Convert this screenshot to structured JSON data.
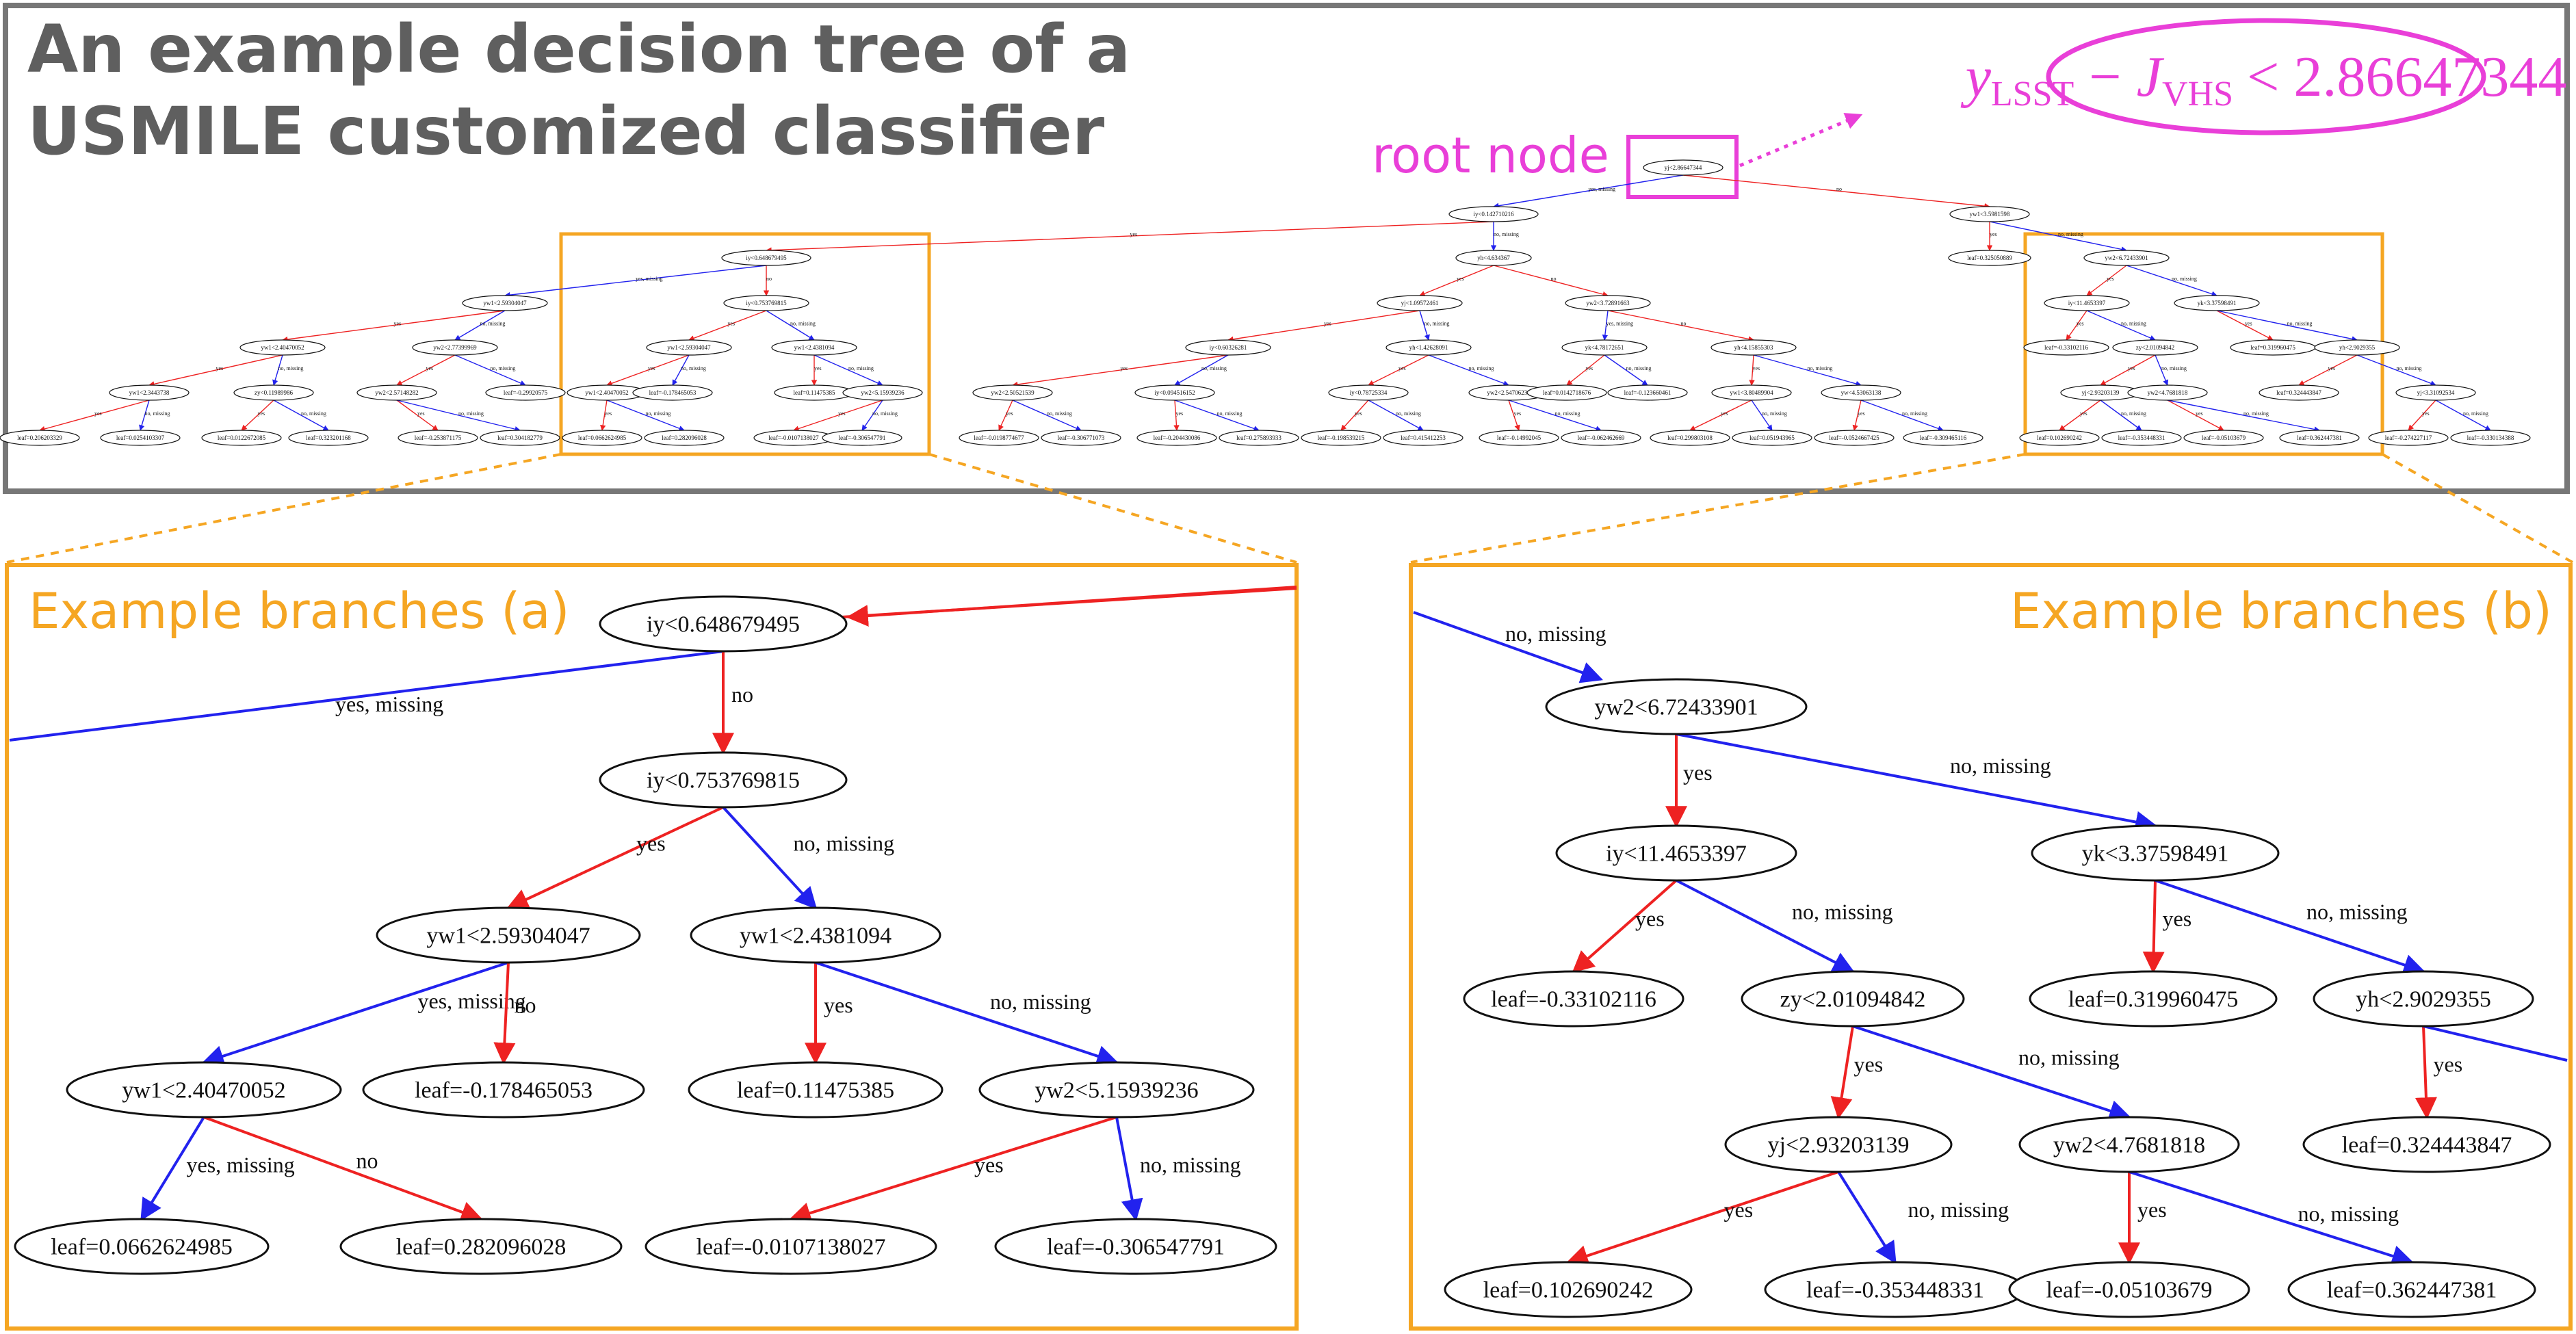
{
  "title": {
    "line1": "An example decision tree of a",
    "line2": "USMILE customized classifier"
  },
  "root_label": "root node",
  "root_condition": {
    "var": "y",
    "var_sub": "LSST",
    "minus": "−",
    "var2": "J",
    "var2_sub": "VHS",
    "rest": "< 2.86647344"
  },
  "panel_a_title": "Example branches (a)",
  "panel_b_title": "Example branches (b)",
  "colors": {
    "frame": "#777777",
    "highlight": "#f5a623",
    "magenta": "#e93fd8",
    "yes_edge": "#ee2222",
    "no_edge": "#2222ee"
  },
  "edge_labels": {
    "yes": "yes",
    "no": "no",
    "yes_missing": "yes, missing",
    "no_missing": "no, missing"
  },
  "overview": {
    "root": "yj<2.86647344",
    "left": "iy<0.142710216",
    "right": "yw1<3.5981598",
    "l_left": "iy<0.648679495",
    "l_right": "yh<4.634367",
    "r_left": "leaf=0.325050889",
    "r_right": "yw2<6.72433901",
    "level3": [
      "yw1<2.59304047",
      "iy<0.753769815",
      "yj<1.09572461",
      "yw2<3.72891663",
      "iy<11.4653397",
      "yk<3.37598491"
    ],
    "level4": [
      "yw1<2.40470052",
      "yw2<2.77399969",
      "yw1<2.59304047",
      "yw1<2.4381094",
      "iy<0.60326281",
      "yh<1.42628091",
      "yk<4.78172651",
      "yh<4.15855303",
      "leaf=-0.33102116",
      "zy<2.01094842",
      "leaf=0.319960475",
      "yh<2.9029355"
    ],
    "level5": [
      "yw1<2.3443738",
      "zy<0.11989986",
      "yw2<2.57148282",
      "leaf=-0.29920575",
      "yw1<2.40470052",
      "leaf=-0.178465053",
      "leaf=0.11475385",
      "yw2<5.15939236",
      "yw2<2.50521539",
      "iy<0.094516152",
      "iy<0.78725334",
      "yw2<2.54706236",
      "leaf=0.0142718676",
      "leaf=-0.123660461",
      "yw1<3.80489904",
      "yw<4.53063138",
      "yj<2.93203139",
      "yw2<4.7681818",
      "leaf=0.324443847",
      "yj<3.31092534"
    ],
    "leaves": [
      "leaf=0.206203329",
      "leaf=0.0254103307",
      "leaf=0.0122672085",
      "leaf=0.323201168",
      "leaf=-0.253871175",
      "leaf=0.304182779",
      "leaf=0.0662624985",
      "leaf=0.282096028",
      "leaf=-0.0107138027",
      "leaf=-0.306547791",
      "leaf=-0.0198774677",
      "leaf=-0.306771073",
      "leaf=-0.204430086",
      "leaf=0.275893933",
      "leaf=-0.198539215",
      "leaf=0.415412253",
      "leaf=-0.14992045",
      "leaf=-0.062462669",
      "leaf=0.299803108",
      "leaf=0.051943965",
      "leaf=-0.0524667425",
      "leaf=-0.309465116",
      "leaf=0.102690242",
      "leaf=-0.353448331",
      "leaf=-0.05103679",
      "leaf=0.362447381",
      "leaf=-0.274227117",
      "leaf=-0.330134388"
    ]
  },
  "panel_a": {
    "n1": "iy<0.648679495",
    "n2": "iy<0.753769815",
    "n3": "yw1<2.59304047",
    "n4": "yw1<2.4381094",
    "n5": "yw1<2.40470052",
    "n6": "leaf=-0.178465053",
    "n7": "leaf=0.11475385",
    "n8": "yw2<5.15939236",
    "n9": "leaf=0.0662624985",
    "n10": "leaf=0.282096028",
    "n11": "leaf=-0.0107138027",
    "n12": "leaf=-0.306547791"
  },
  "panel_b": {
    "n1": "yw2<6.72433901",
    "n2": "iy<11.4653397",
    "n3": "yk<3.37598491",
    "n4": "leaf=-0.33102116",
    "n5": "zy<2.01094842",
    "n6": "leaf=0.319960475",
    "n7": "yh<2.9029355",
    "n8": "yj<2.93203139",
    "n9": "yw2<4.7681818",
    "n10": "leaf=0.324443847",
    "n11": "leaf=0.102690242",
    "n12": "leaf=-0.353448331",
    "n13": "leaf=-0.05103679",
    "n14": "leaf=0.362447381"
  }
}
